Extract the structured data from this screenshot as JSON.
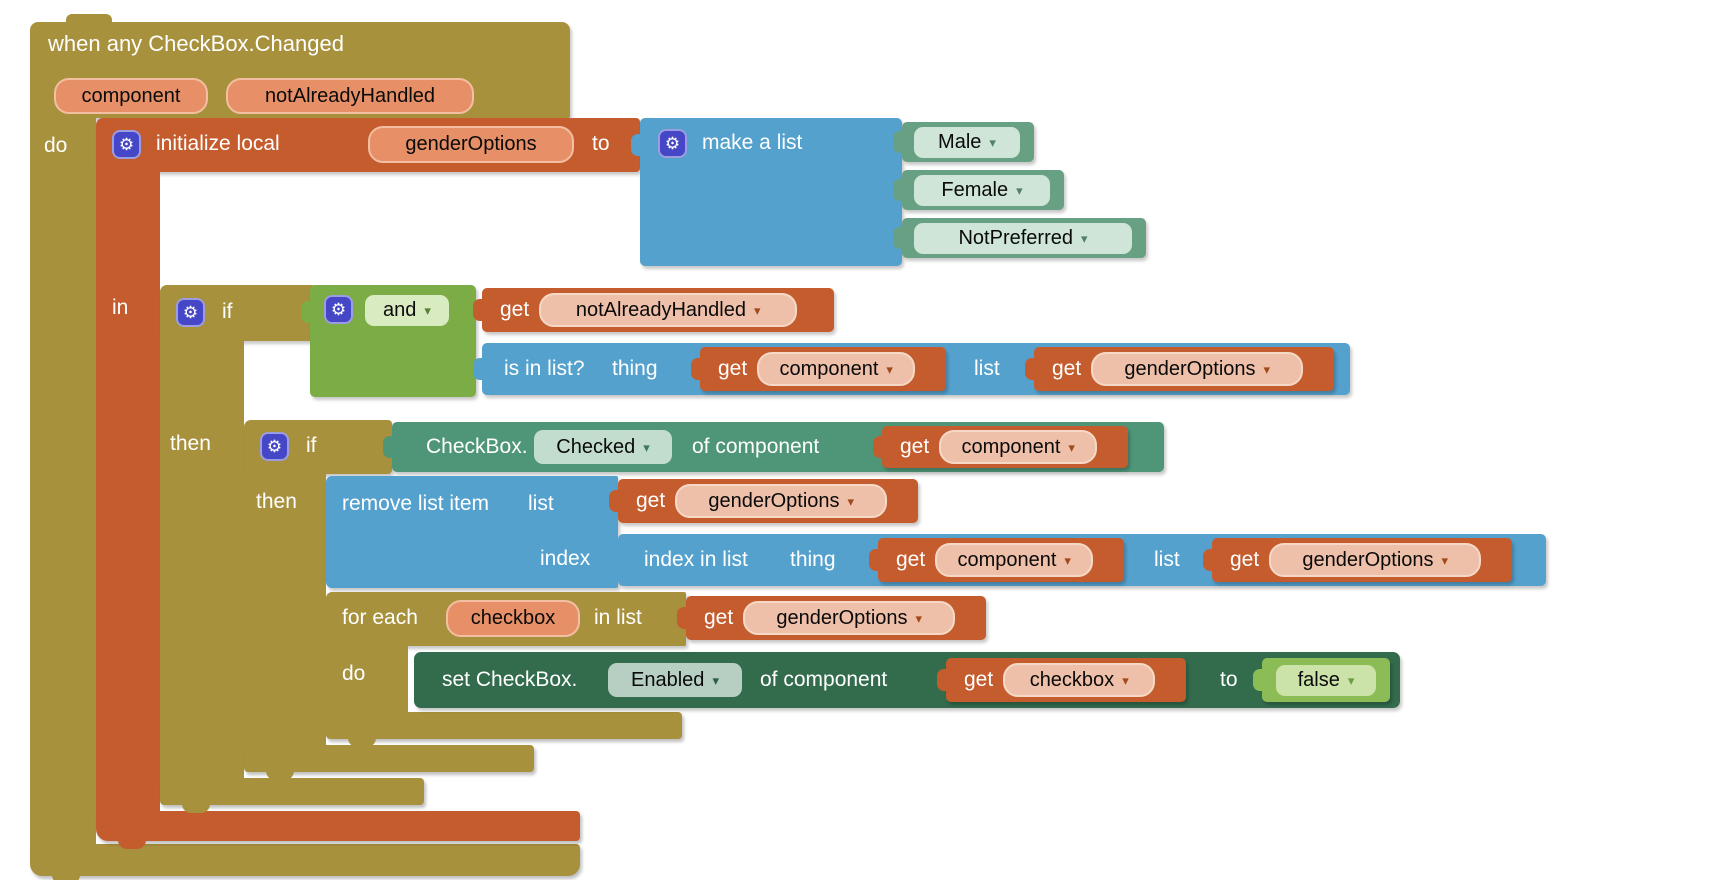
{
  "icons": {
    "gear": "⚙",
    "dropdown": "▾"
  },
  "colors": {
    "event_olive": "#A8913D",
    "variable_orange": "#C45C2E",
    "list_blue": "#55A1CE",
    "logic_green": "#7CAC46",
    "property_teal": "#4F9678",
    "helper_green": "#68A083",
    "setter_dark_green": "#336B4D",
    "boolean_light_green": "#8BBC55",
    "param_chip": "#E79067",
    "get_chip": "#EFC0A9",
    "mutator_blue": "#4547C6"
  },
  "workspace": {
    "when_block": {
      "title": "when any CheckBox.Changed",
      "param_component": "component",
      "param_notAlreadyHandled": "notAlreadyHandled",
      "do_label": "do"
    },
    "init_local": {
      "label": "initialize local",
      "var_name": "genderOptions",
      "to_label": "to",
      "in_label": "in"
    },
    "make_list": {
      "label": "make a list",
      "item1": "Male",
      "item2": "Female",
      "item3": "NotPreferred"
    },
    "outer_if": {
      "if_label": "if",
      "then_label": "then"
    },
    "logic_and": {
      "operator": "and"
    },
    "get_nah": {
      "get": "get",
      "var": "notAlreadyHandled"
    },
    "is_in_list": {
      "label": "is in list?",
      "thing_label": "thing",
      "list_label": "list"
    },
    "get_component_1": {
      "get": "get",
      "var": "component"
    },
    "get_gender_1": {
      "get": "get",
      "var": "genderOptions"
    },
    "inner_if": {
      "if_label": "if",
      "then_label": "then"
    },
    "checkbox_checked": {
      "prefix": "CheckBox.",
      "property": "Checked",
      "suffix": "of component"
    },
    "get_component_2": {
      "get": "get",
      "var": "component"
    },
    "remove_item": {
      "label": "remove list item",
      "list_label": "list",
      "index_label": "index"
    },
    "get_gender_2": {
      "get": "get",
      "var": "genderOptions"
    },
    "index_in_list": {
      "label": "index in list",
      "thing_label": "thing",
      "list_label": "list"
    },
    "get_component_3": {
      "get": "get",
      "var": "component"
    },
    "get_gender_3": {
      "get": "get",
      "var": "genderOptions"
    },
    "for_each": {
      "for_label": "for each",
      "var_chip": "checkbox",
      "in_list_label": "in list",
      "do_label": "do"
    },
    "get_gender_4": {
      "get": "get",
      "var": "genderOptions"
    },
    "set_block": {
      "prefix": "set CheckBox.",
      "property": "Enabled",
      "suffix": "of component",
      "to_label": "to"
    },
    "get_checkbox": {
      "get": "get",
      "var": "checkbox"
    },
    "false_block": {
      "value": "false"
    }
  }
}
